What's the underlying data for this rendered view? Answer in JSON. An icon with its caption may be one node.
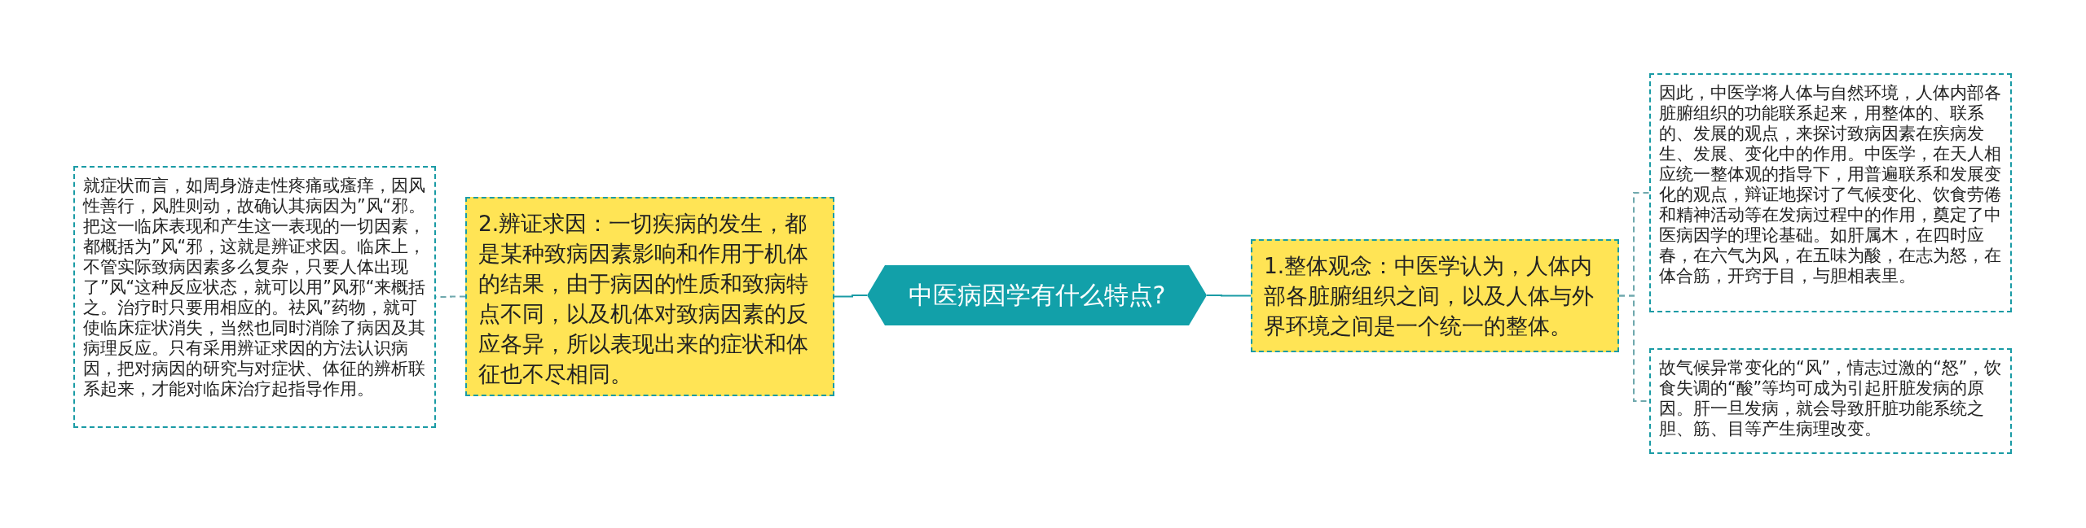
{
  "diagram": {
    "nodes": [
      {
        "text": [
          "中医病因学有什么特点?"
        ]
      },
      {
        "text": [
          "1.整体观念：中医学认为，人体内部各脏腑组织之间，以及人体与外界环境之间是一个统一的整体。"
        ]
      },
      {
        "text": [
          "因此，中医学将人体与自然环境，人体内部各脏腑组织的功能联系起来，用整体的、联系的、发展的观点，来探讨致病因素在疾病发生、发展、变化中的作用。中医学，在天人相应统一整体观的指导下，用普遍联系和发展变化的观点，辩证地探讨了气候变化、饮食劳倦和精神活动等在发病过程中的作用，奠定了中医病因学的理论基础。如肝属木，在四时应春，在六气为风，在五味为酸，在志为怒，在体合筋，开窍于目，与胆相表里。"
        ]
      },
      {
        "text": [
          "故气候异常变化的“风”，情志过激的“怒”，饮食失调的“酸”等均可成为引起肝脏发病的原因。肝一旦发病，就会导致肝脏功能系统之胆、筋、目等产生病理改变。"
        ]
      },
      {
        "text": [
          "2.辨证求因：一切疾病的发生，都是某种致病因素影响和作用于机体的结果，由于病因的性质和致病特点不同，以及机体对致病因素的反应各异，所以表现出来的症状和体征也不尽相同。"
        ]
      },
      {
        "text": [
          "就症状而言，如周身游走性疼痛或瘙痒，因风性善行，风胜则动，故确认其病因为”风“邪。把这一临床表现和产生这一表现的一切因素，都概括为”风“邪，这就是辨证求因。临床上，不管实际致病因素多么复杂，只要人体出现了”风“这种反应状态，就可以用”风邪“来概括之。治疗时只要用相应的。祛风”药物，就可使临床症状消失，当然也同时消除了病因及其病理反应。只有采用辨证求因的方法认识病因，把对病因的研究与对症状、体征的辨析联系起来，才能对临床治疗起指导作用。"
        ]
      }
    ],
    "edges": [
      {
        "from": 0,
        "to": 1,
        "arrow": "none"
      },
      {
        "from": 1,
        "to": 2,
        "arrow": "none",
        "style": "dashed"
      },
      {
        "from": 1,
        "to": 3,
        "arrow": "none",
        "style": "dashed"
      },
      {
        "from": 0,
        "to": 4,
        "arrow": "none"
      },
      {
        "from": 4,
        "to": 5,
        "arrow": "none",
        "style": "dashed"
      }
    ]
  }
}
